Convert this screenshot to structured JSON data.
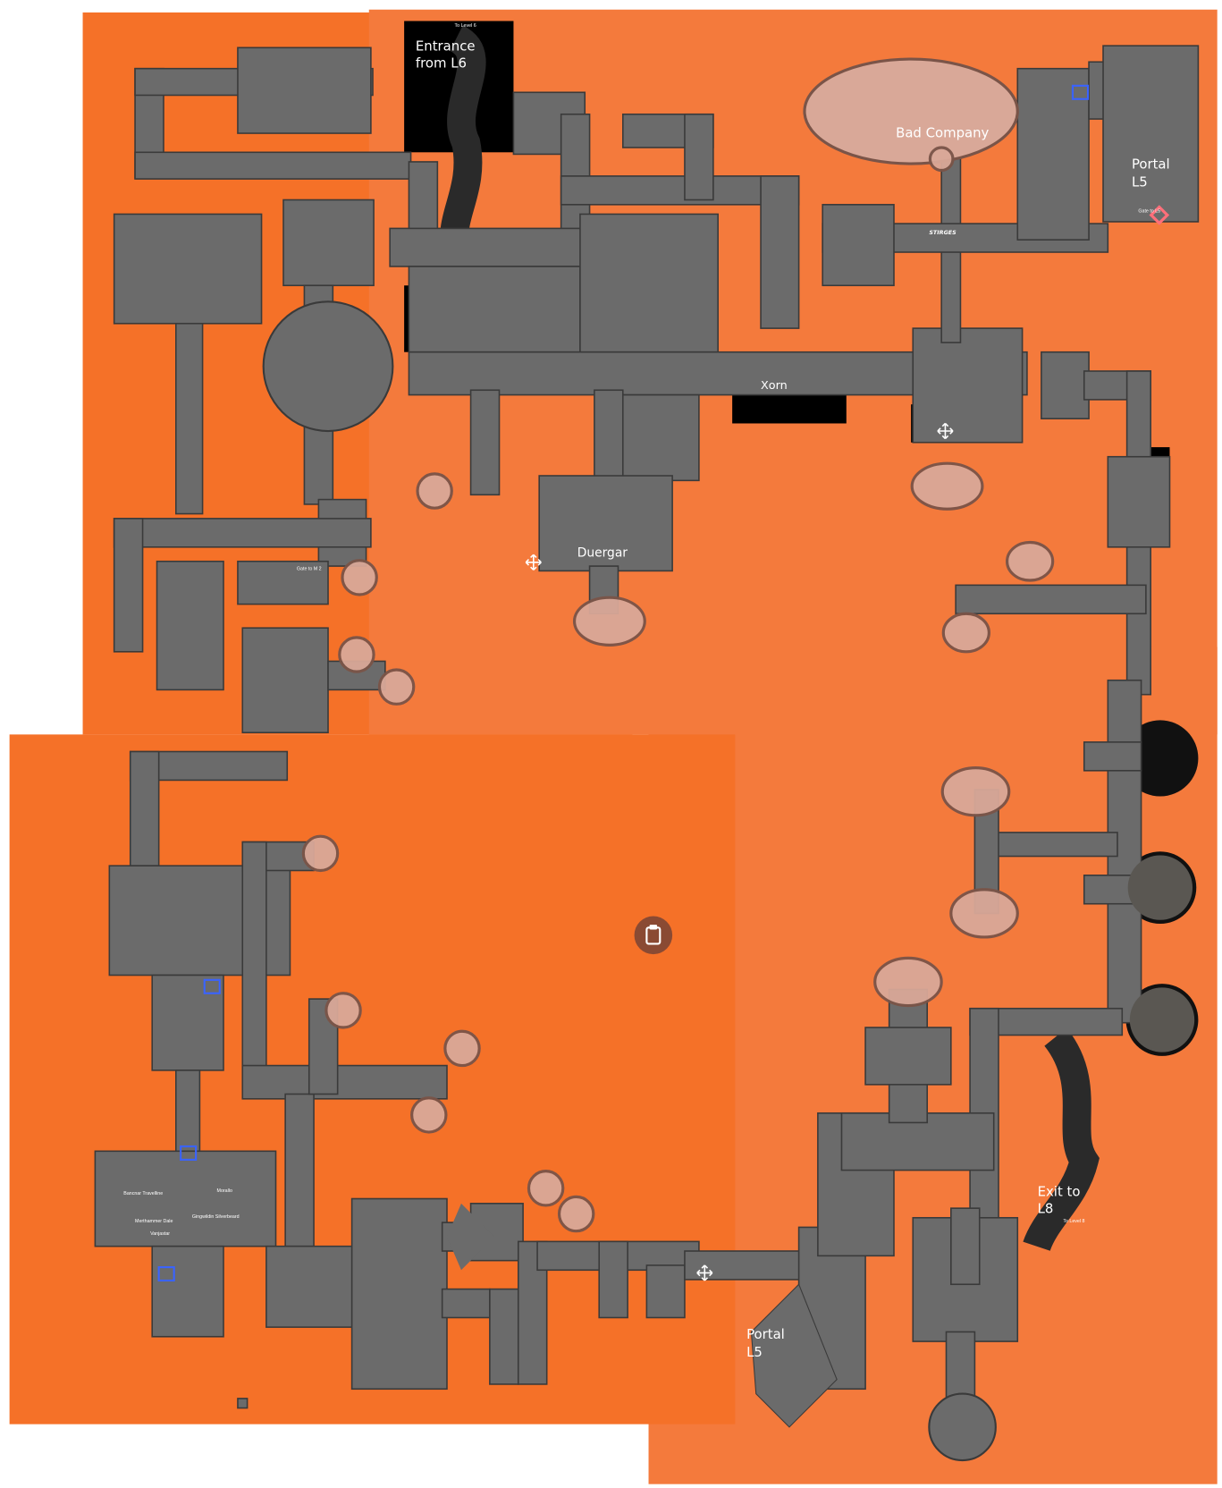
{
  "map": {
    "colors": {
      "background_left": "#f57128",
      "background_right": "#f47a3c",
      "floor": "#6b6b6b",
      "floor_edge": "#3a3a3a",
      "void": "#000000",
      "marker_fill": "#d9a898",
      "marker_stroke": "#7a5448",
      "door_marker": "#3a63ff",
      "portal_marker": "#ff6f7a",
      "clipboard_button": "#8a4a33"
    },
    "labels": {
      "entrance_line1": "Entrance",
      "entrance_line2": "from L6",
      "to_level_6": "To Level 6",
      "bad_company": "Bad Company",
      "portal_top_line1": "Portal",
      "portal_top_line2": "L5",
      "gate_to_l5": "Gate to L5",
      "stirges": "STIRGES",
      "xorn": "Xorn",
      "duergar": "Duergar",
      "gate_to_m2": "Gate to M 2",
      "portal_bottom_line1": "Portal",
      "portal_bottom_line2": "L5",
      "exit_line1": "Exit to",
      "exit_line2": "L8",
      "to_level_8": "To Level 8"
    },
    "tokens": {
      "name_1": "Bancnar Travelline",
      "name_2": "Morallo",
      "name_3": "Merthammer Dale",
      "name_4": "Gingwildin Silverbeard",
      "name_5": "Vanjastar"
    },
    "icons": {
      "clipboard": "clipboard-icon",
      "move": "move-arrows-icon"
    }
  }
}
